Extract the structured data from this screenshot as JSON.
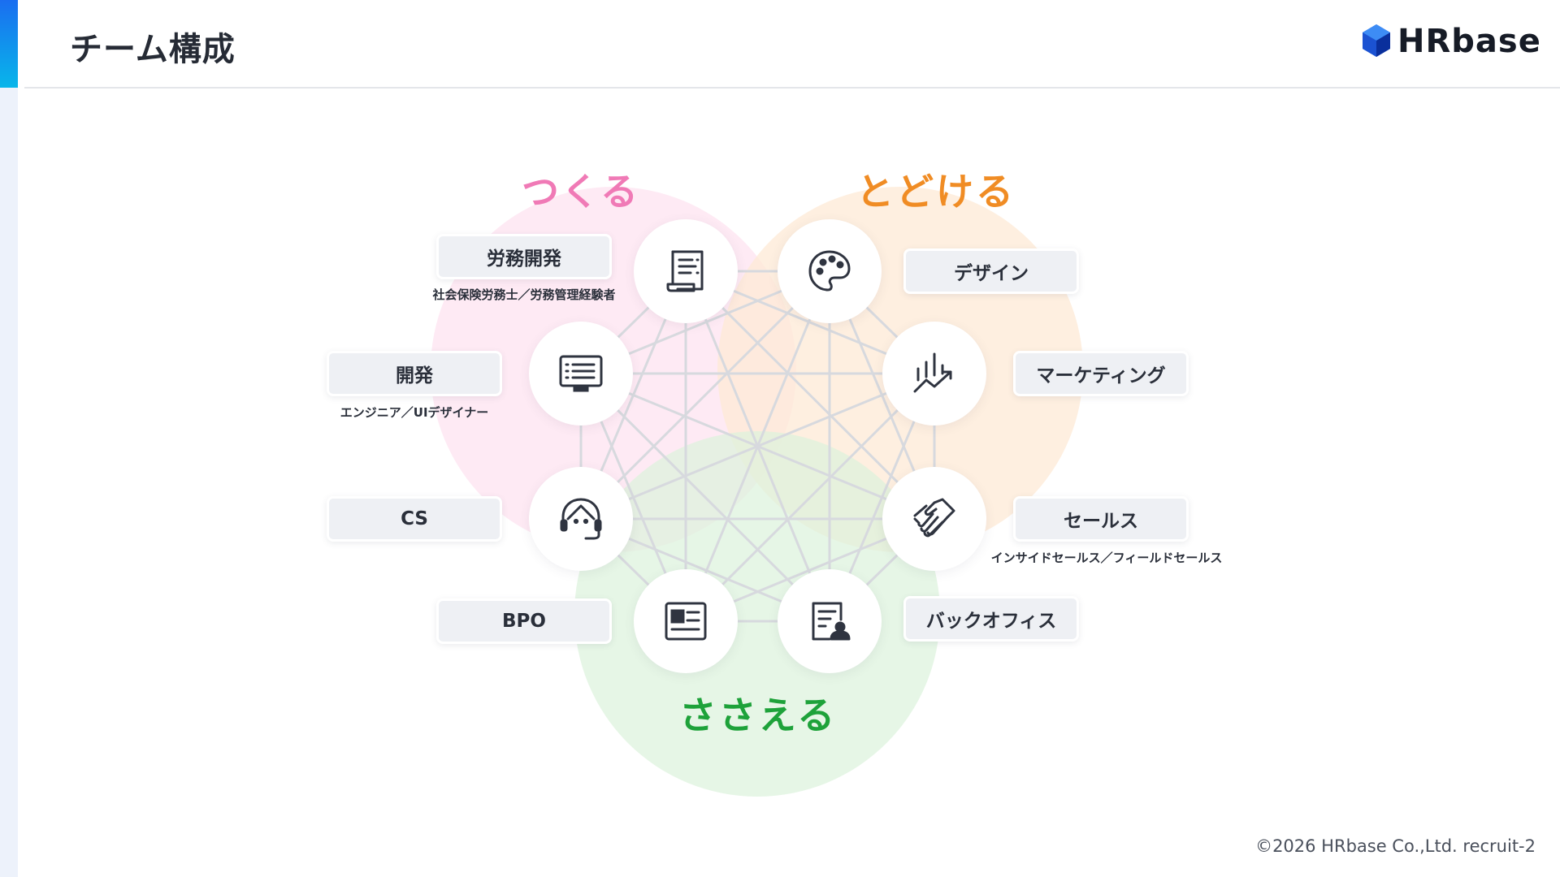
{
  "header": {
    "title": "チーム構成",
    "logo_text": "HRbase"
  },
  "diagram": {
    "groups": [
      {
        "label": "つくる",
        "color": "#f07ab6",
        "fill": "#fde3f0"
      },
      {
        "label": "とどける",
        "color": "#f08c24",
        "fill": "#fde9d6"
      },
      {
        "label": "ささえる",
        "color": "#1ea23a",
        "fill": "#dcf2dc"
      }
    ],
    "roles": [
      {
        "name": "労務開発",
        "sub": "社会保険労務士／労務管理経験者",
        "icon": "document-scroll-icon"
      },
      {
        "name": "デザイン",
        "sub": "",
        "icon": "palette-icon"
      },
      {
        "name": "開発",
        "sub": "エンジニア／UIデザイナー",
        "icon": "monitor-list-icon"
      },
      {
        "name": "マーケティング",
        "sub": "",
        "icon": "chart-trend-icon"
      },
      {
        "name": "CS",
        "sub": "",
        "icon": "headset-person-icon"
      },
      {
        "name": "セールス",
        "sub": "インサイドセールス／フィールドセールス",
        "icon": "handshake-icon"
      },
      {
        "name": "BPO",
        "sub": "",
        "icon": "id-card-icon"
      },
      {
        "name": "バックオフィス",
        "sub": "",
        "icon": "document-person-icon"
      }
    ]
  },
  "footer": {
    "copyright": "©2026 HRbase Co.,Ltd.  recruit-2"
  },
  "colors": {
    "accent": "#1a6ef0",
    "line": "#d7d9de",
    "text": "#2a2f3a"
  }
}
